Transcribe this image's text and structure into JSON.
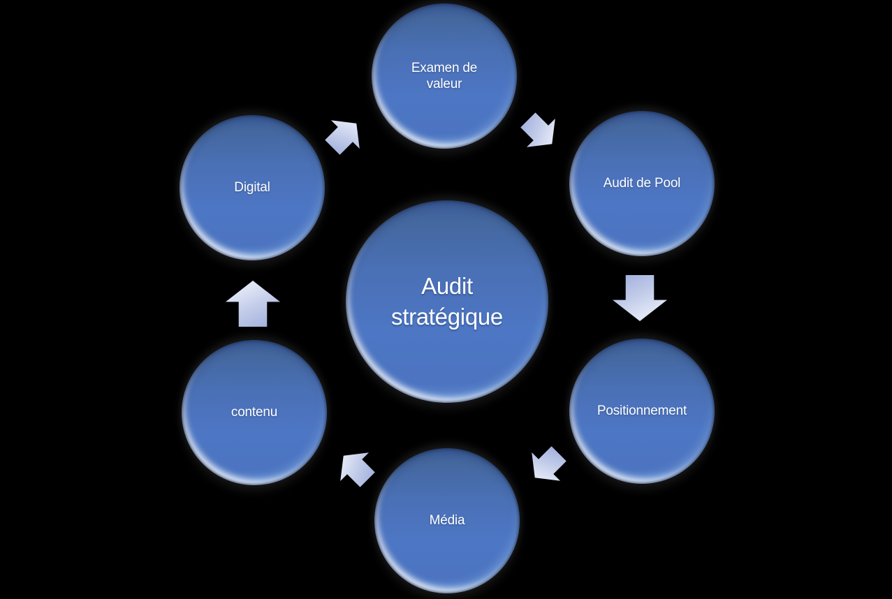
{
  "diagram": {
    "type": "cycle",
    "flow": "clockwise",
    "center": {
      "label": "Audit stratégique"
    },
    "nodes": [
      {
        "label": "Examen de valeur",
        "position": "top"
      },
      {
        "label": "Audit de Pool",
        "position": "top-right"
      },
      {
        "label": "Positionnement",
        "position": "bottom-right"
      },
      {
        "label": "Média",
        "position": "bottom"
      },
      {
        "label": "contenu",
        "position": "bottom-left"
      },
      {
        "label": "Digital",
        "position": "top-left"
      }
    ],
    "arrows": [
      {
        "icon": "arrow-up-right",
        "from": "Digital",
        "to": "Examen de valeur"
      },
      {
        "icon": "arrow-down-right",
        "from": "Examen de valeur",
        "to": "Audit de Pool"
      },
      {
        "icon": "arrow-down",
        "from": "Audit de Pool",
        "to": "Positionnement"
      },
      {
        "icon": "arrow-down-left",
        "from": "Positionnement",
        "to": "Média"
      },
      {
        "icon": "arrow-up-left",
        "from": "Média",
        "to": "contenu"
      },
      {
        "icon": "arrow-up",
        "from": "contenu",
        "to": "Digital"
      }
    ],
    "colors": {
      "background": "#000000",
      "circle_fill": "#4b74c2",
      "circle_top": "#3d5e9c",
      "circle_edge": "#27477e",
      "circle_highlight": "#ffffff",
      "arrow_light": "#eef1fa",
      "arrow_dark": "#a0aeda",
      "text": "#ffffff"
    }
  }
}
